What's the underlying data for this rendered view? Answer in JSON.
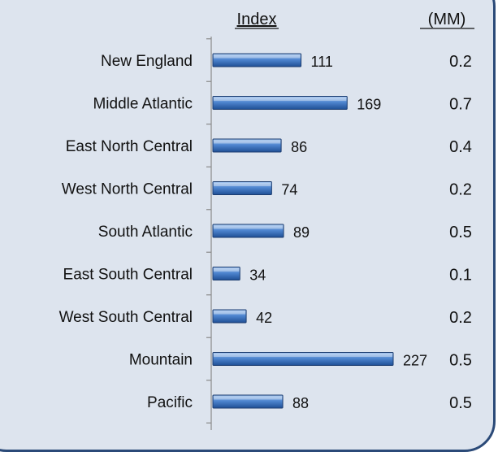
{
  "chart_data": {
    "type": "bar",
    "orientation": "horizontal",
    "title": "",
    "xlabel": "",
    "ylabel": "",
    "column_headers": {
      "index": "Index",
      "mm": "(MM)"
    },
    "categories": [
      "New England",
      "Middle Atlantic",
      "East North Central",
      "West North Central",
      "South Atlantic",
      "East South Central",
      "West South Central",
      "Mountain",
      "Pacific"
    ],
    "series": [
      {
        "name": "Index",
        "values": [
          111,
          169,
          86,
          74,
          89,
          34,
          42,
          227,
          88
        ]
      }
    ],
    "value_labels": [
      "111",
      "169",
      "86",
      "74",
      "89",
      "34",
      "42",
      "227",
      "88"
    ],
    "mm_values": [
      "0.2",
      "0.7",
      "0.4",
      "0.2",
      "0.5",
      "0.1",
      "0.2",
      "0.5",
      "0.5"
    ],
    "xlim": [
      0,
      227
    ],
    "grid": false,
    "legend": "none"
  },
  "colors": {
    "panel_fill": "#dde4ee",
    "panel_border": "#2b4a78",
    "bar_top": "#a8c8f0",
    "bar_mid": "#4f86d0",
    "bar_bottom": "#1f4f95",
    "bar_edge": "#1c3d70",
    "axis": "#8a8a8a"
  }
}
